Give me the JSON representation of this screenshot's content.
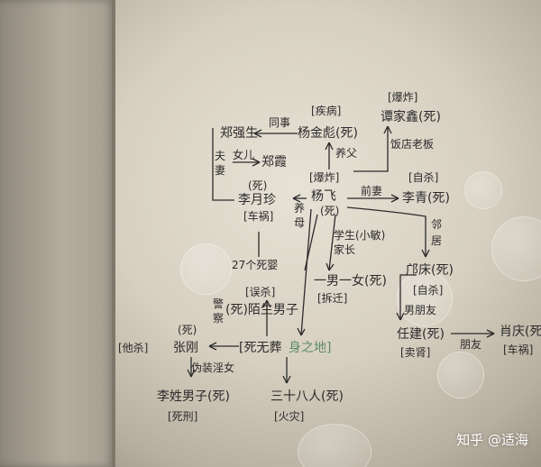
{
  "nodes": {
    "zheng": "郑强生",
    "yang_jinbiao": "杨金彪(死)",
    "yang_jinbiao_cause": "[疾病]",
    "tan": "谭家鑫(死)",
    "tan_cause": "[爆炸]",
    "zheng_xia": "郑霞",
    "yang_fei_cause": "[爆炸]",
    "yang_fei": "杨飞",
    "yang_fei_dead": "(死)",
    "li_yuezhen_dead": "(死)",
    "li_yuezhen": "李月珍",
    "li_yuezhen_cause": "[车祸]",
    "li_qing_cause": "[自杀]",
    "li_qing": "李青(死)",
    "dead_babies": "27个死婴",
    "student_line1": "学生(小敏)",
    "student_line2": "家长",
    "man_woman": "一男一女(死)",
    "man_woman_cause": "[拆迁]",
    "kuang": "邝床(死)",
    "kuang_cause": "[自杀]",
    "kuang_bf": "男朋友",
    "ren": "任建(死)",
    "ren_cause": "[卖肾]",
    "xiao": "肖庆(死)",
    "xiao_cause": "[车祸]",
    "stranger_cause": "[误杀]",
    "stranger": "(死)陌生男子",
    "zhang_dead": "(死)",
    "zhang": "张刚",
    "zhang_cause": "[他杀]",
    "dead_place_prefix": "[死无葬",
    "dead_place_suffix": "身之地]",
    "li_man": "李姓男子(死)",
    "li_man_cause": "[死刑]",
    "thirty_eight": "三十八人(死)",
    "thirty_eight_cause": "[火灾]"
  },
  "relations": {
    "colleague": "同事",
    "adoptive_father": "养父",
    "restaurant_owner": "饭店老板",
    "spouse_1": "夫",
    "spouse_2": "妻",
    "daughter": "女儿",
    "ex_wife": "前妻",
    "adoptive_mother_1": "养",
    "adoptive_mother_2": "母",
    "neighbor_1": "邻",
    "neighbor_2": "居",
    "police_1": "警",
    "police_2": "察",
    "friend": "朋友",
    "affair": "伪装淫女"
  },
  "watermark": "知乎 @适海",
  "colors": {
    "ink": "#2b2a2b",
    "green_ink": "#5d8a6a",
    "paper": "#e2ddd0"
  }
}
